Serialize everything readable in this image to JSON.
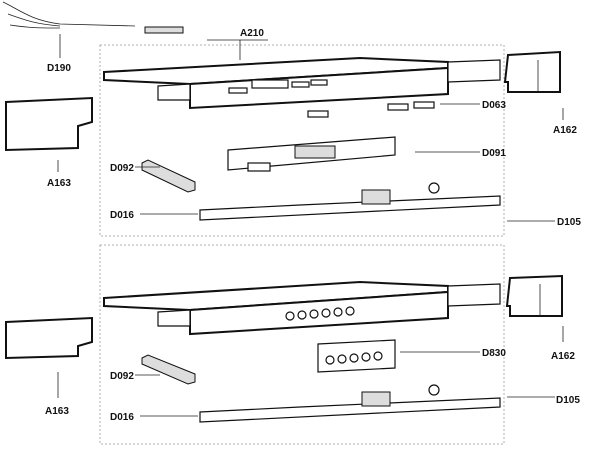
{
  "top_group": {
    "wire_harness": "D190",
    "tray": "A210",
    "buttons": "D063",
    "right_bracket": "A162",
    "left_bracket": "A163",
    "ribbon_cable": "D092",
    "display_board": "D091",
    "main_board": "D016",
    "assembly": "D105"
  },
  "bottom_group": {
    "right_bracket": "A162",
    "button_board": "D830",
    "ribbon_cable": "D092",
    "left_bracket": "A163",
    "main_board": "D016",
    "assembly": "D105"
  }
}
